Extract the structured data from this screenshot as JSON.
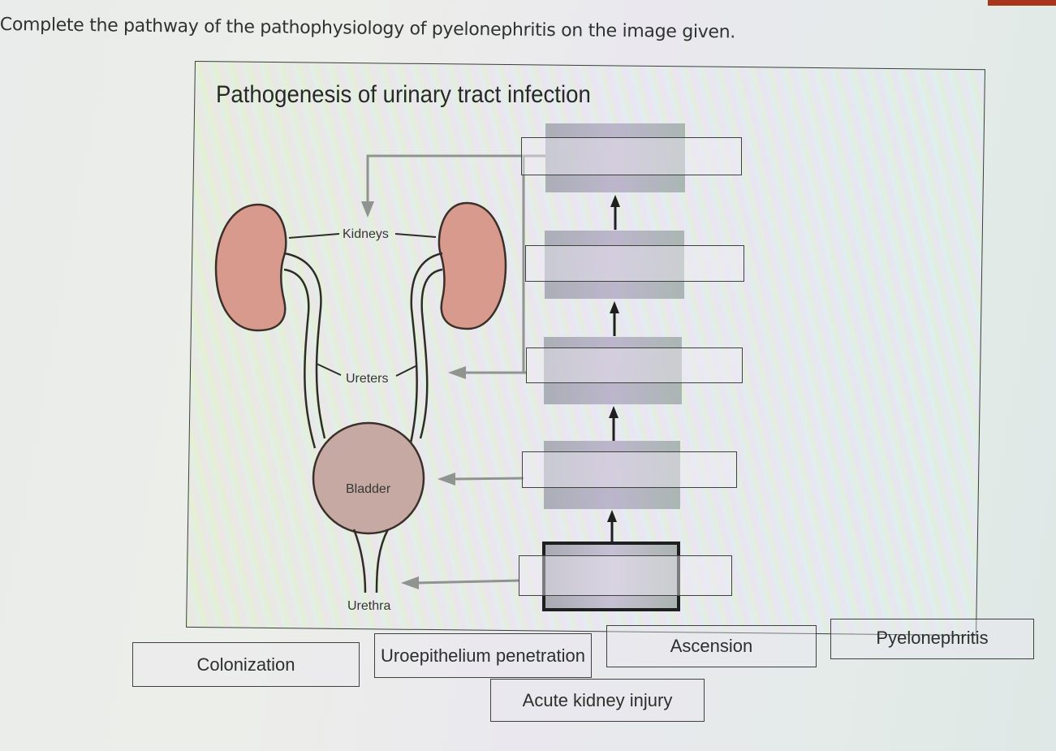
{
  "question": {
    "text": "Complete the pathway of the pathophysiology of pyelonephritis on the image given."
  },
  "figure": {
    "title": "Pathogenesis of urinary tract infection",
    "labels": {
      "kidneys": "Kidneys",
      "ureters": "Ureters",
      "bladder": "Bladder",
      "urethra": "Urethra"
    },
    "colors": {
      "kidney_fill": "#d99a8e",
      "bladder_fill": "#c7a9a4",
      "outline": "#3b2f2a",
      "pathway_arrow": "#8f9490",
      "step_arrow": "#1e1f1e"
    },
    "drop_zones": [
      {
        "id": "step-5",
        "value": ""
      },
      {
        "id": "step-4",
        "value": ""
      },
      {
        "id": "step-3",
        "value": ""
      },
      {
        "id": "step-2",
        "value": ""
      },
      {
        "id": "step-1",
        "value": ""
      }
    ]
  },
  "choices": [
    {
      "label": "Colonization"
    },
    {
      "label": "Uroepithelium penetration"
    },
    {
      "label": "Ascension"
    },
    {
      "label": "Pyelonephritis"
    },
    {
      "label": "Acute kidney injury"
    }
  ]
}
